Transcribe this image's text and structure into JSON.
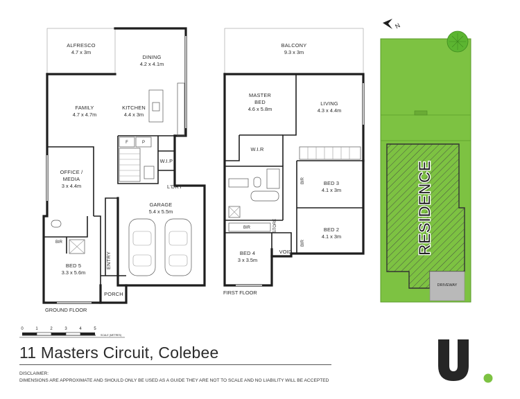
{
  "ground_floor": {
    "label": "GROUND FLOOR",
    "rooms": {
      "alfresco": {
        "name": "ALFRESCO",
        "size": "4.7 x 3m"
      },
      "dining": {
        "name": "DINING",
        "size": "4.2 x 4.1m"
      },
      "family": {
        "name": "FAMILY",
        "size": "4.7 x 4.7m"
      },
      "kitchen": {
        "name": "KITCHEN",
        "size": "4.4 x 3m"
      },
      "office": {
        "name_line1": "OFFICE /",
        "name_line2": "MEDIA",
        "size": "3 x 4.4m"
      },
      "garage": {
        "name": "GARAGE",
        "size": "5.4 x 5.5m"
      },
      "bed5": {
        "name": "BED 5",
        "size": "3.3 x 5.6m"
      },
      "wip": {
        "name": "W.I.P"
      },
      "laundry": {
        "name": "L'DRY"
      },
      "entry": {
        "name": "ENTRY"
      },
      "porch": {
        "name": "PORCH"
      },
      "bir": {
        "name": "BIR"
      },
      "fridge": {
        "name": "F"
      },
      "pantry": {
        "name": "P"
      }
    }
  },
  "first_floor": {
    "label": "FIRST FLOOR",
    "rooms": {
      "balcony": {
        "name": "BALCONY",
        "size": "9.3 x 3m"
      },
      "master": {
        "name_line1": "MASTER",
        "name_line2": "BED",
        "size": "4.6 x 5.8m"
      },
      "living": {
        "name": "LIVING",
        "size": "4.3 x 4.4m"
      },
      "wir": {
        "name": "W.I.R"
      },
      "bed3": {
        "name": "BED 3",
        "size": "4.1 x 3m"
      },
      "bed2": {
        "name": "BED 2",
        "size": "4.1 x 3m"
      },
      "bed4": {
        "name": "BED 4",
        "size": "3 x 3.5m"
      },
      "bir_a": {
        "name": "BIR"
      },
      "bir_b": {
        "name": "BIR"
      },
      "bir_c": {
        "name": "BIR"
      },
      "store": {
        "name": "STORE"
      },
      "void": {
        "name": "VOID"
      }
    }
  },
  "site_plan": {
    "residence": "RESIDENCE",
    "driveway": "DRIVEWAY",
    "north": "N",
    "colors": {
      "lawn": "#7dc242",
      "lawn_edge": "#5a9b2a",
      "tree": "#5cb531",
      "driveway": "#b9b9b9"
    }
  },
  "scale_bar": {
    "ticks": [
      "0",
      "1",
      "2",
      "3",
      "4",
      "5"
    ],
    "caption": "SCALE (METRES)"
  },
  "title": "11 Masters Circuit, Colebee",
  "disclaimer": {
    "heading": "DISCLAIMER:",
    "text": "DIMENSIONS ARE APPROXIMATE AND SHOULD ONLY BE USED AS A GUIDE THEY ARE NOT TO SCALE AND NO LIABILITY WILL BE ACCEPTED"
  },
  "logo": {
    "glyph": "U",
    "dot_color": "#7dc242",
    "color": "#262626"
  }
}
